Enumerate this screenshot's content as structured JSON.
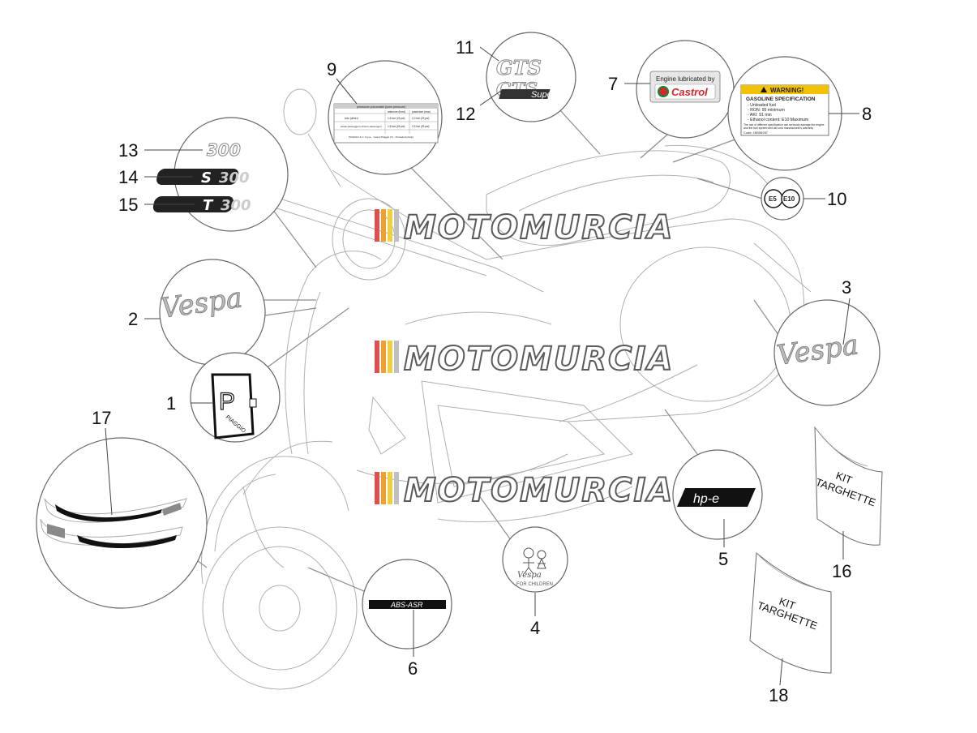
{
  "callouts": [
    "1",
    "2",
    "3",
    "4",
    "5",
    "6",
    "7",
    "8",
    "9",
    "10",
    "11",
    "12",
    "13",
    "14",
    "15",
    "16",
    "17",
    "18"
  ],
  "watermark": "MOTOMURCIA",
  "labels": {
    "tyre_title": "pressione pneumatici (tyres pressure)",
    "tyre_col_front": "anteriore (front)",
    "tyre_col_rear": "posteriore (rear)",
    "tyre_row1_label": "solo (driver)",
    "tyre_row1_front": "1.6 bar (23 psi)",
    "tyre_row1_rear": "2.0 bar (29 psi)",
    "tyre_row2_label": "pilota+passeggero (driver+passenger)",
    "tyre_row2_front": "1.8 bar (26 psi)",
    "tyre_row2_rear": "2.3 bar (33 psi)",
    "tyre_footer": "PIAGGIO & C. S.p.a. - www.it Piaggio (V) - Pontedera (Italy)",
    "castrol_top": "Engine lubricated by",
    "castrol_brand": "Castrol",
    "warning_header": "WARNING!",
    "warning_title": "GASOLINE SPECIFICATION",
    "warning_l1": "- Unleaded fuel",
    "warning_l2": "- RON: 95 minimum",
    "warning_l3": "- AKI: 91 min",
    "warning_l4": "- Ethanol content: E10 Maximum",
    "warning_note1": "The use of different specification can seriously damage the engine",
    "warning_note2": "and the fuel system and will void manufacturer's warranty",
    "warning_code": "Code: 1B006257",
    "e5": "E5",
    "e10": "E10",
    "gts": "GTS",
    "gts_super": "GTS",
    "super": "Super",
    "b300": "300",
    "s300_s": "S",
    "s300_n": "300",
    "t300_t": "T",
    "t300_n": "300",
    "vespa": "Vespa",
    "piaggio_p": "P",
    "piaggio": "PIAGGIO",
    "for_children": "FOR CHILDREN",
    "hpe": "hp-e",
    "abs": "ABS-ASR",
    "kit1": "KIT",
    "kit2": "TARGHETTE"
  },
  "colors": {
    "line": "#9a9a9a",
    "dark": "#111111",
    "warning_yellow": "#f2c200",
    "castrol_red": "#d8262c",
    "castrol_green": "#0b8a3a",
    "stripe_grey": "#8a8a8a"
  }
}
